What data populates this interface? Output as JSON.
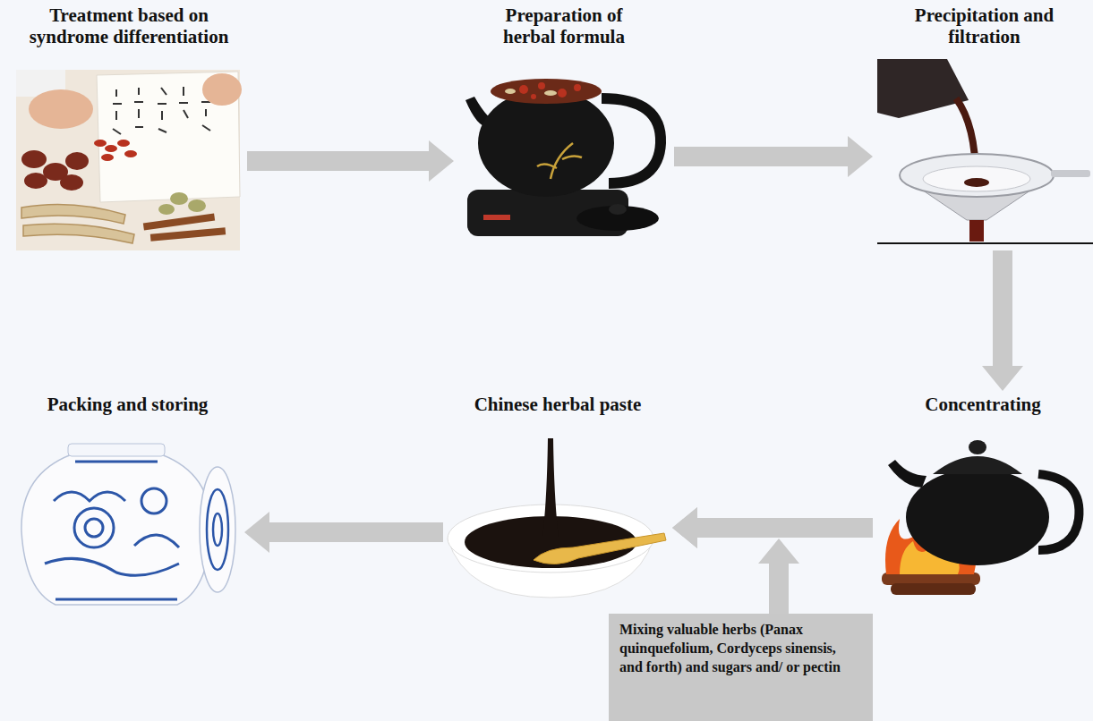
{
  "diagram": {
    "nodes": [
      {
        "text": [
          "Treatment based on syndrome differentiation"
        ]
      },
      {
        "text": [
          "Preparation of herbal formula"
        ]
      },
      {
        "text": [
          "Precipitation and filtration"
        ]
      },
      {
        "text": [
          "Concentrating"
        ]
      },
      {
        "text": [
          "Chinese herbal paste"
        ]
      },
      {
        "text": [
          "Packing and storing"
        ]
      },
      {
        "text": [
          "Mixing valuable herbs (Panax quinquefolium, Cordyceps sinensis, and forth) and sugars and/ or pectin"
        ]
      }
    ],
    "edges": [
      {
        "from": 0,
        "to": 1,
        "arrow": "to"
      },
      {
        "from": 1,
        "to": 2,
        "arrow": "to"
      },
      {
        "from": 2,
        "to": 3,
        "arrow": "to"
      },
      {
        "from": 3,
        "to": 4,
        "arrow": "to"
      },
      {
        "from": 4,
        "to": 5,
        "arrow": "to"
      },
      {
        "from": 6,
        "to": 4,
        "arrow": "to"
      }
    ]
  }
}
